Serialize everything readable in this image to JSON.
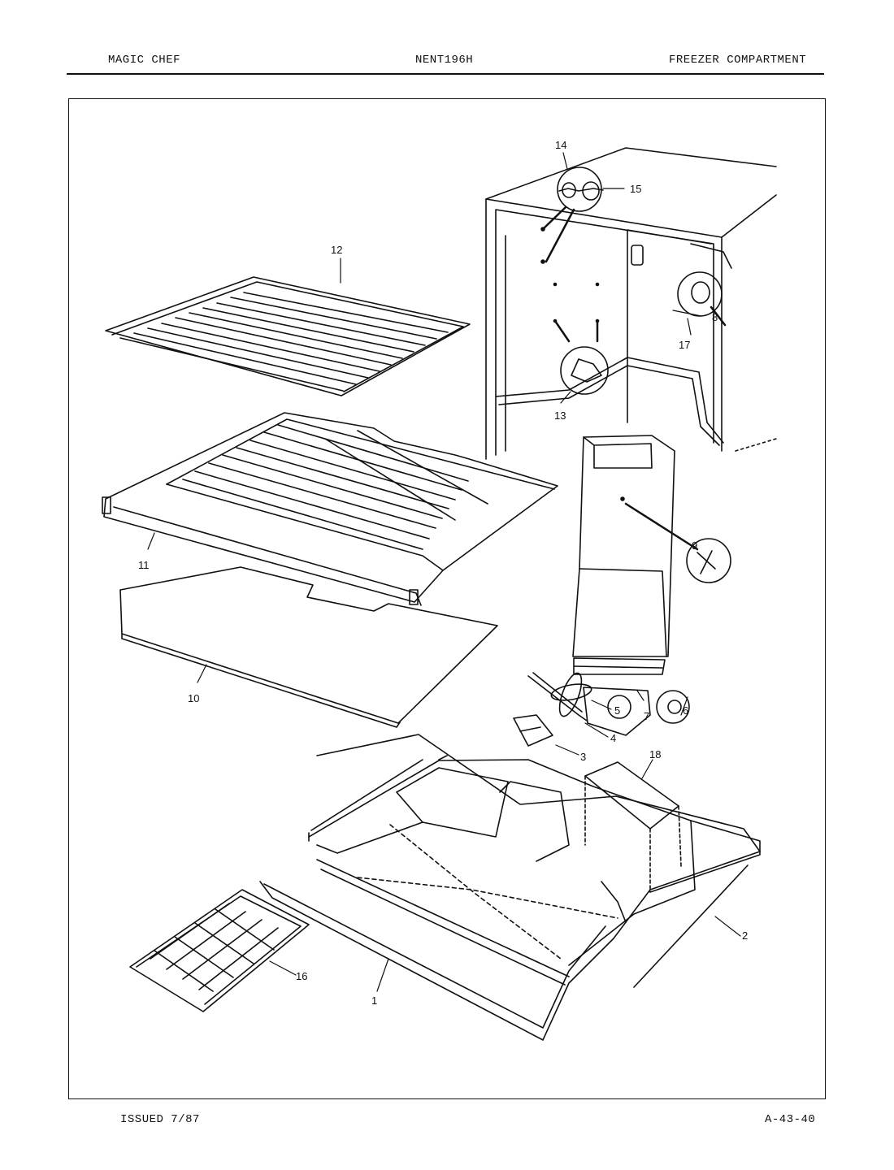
{
  "header": {
    "brand": "MAGIC CHEF",
    "model": "NENT196H",
    "section": "FREEZER COMPARTMENT"
  },
  "footer": {
    "issued": "ISSUED 7/87",
    "page_code": "A-43-40"
  },
  "callouts": [
    "1",
    "2",
    "3",
    "4",
    "5",
    "6",
    "7",
    "8",
    "9",
    "10",
    "11",
    "12",
    "13",
    "14",
    "15",
    "16",
    "17",
    "18"
  ]
}
